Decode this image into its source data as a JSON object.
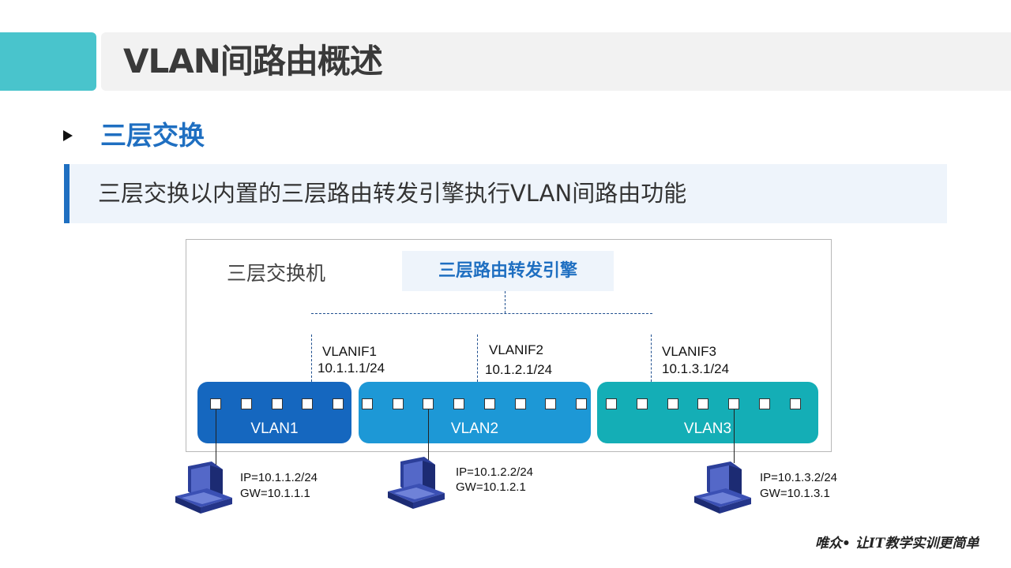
{
  "title": "VLAN间路由概述",
  "section": {
    "heading": "三层交换"
  },
  "description": "三层交换以内置的三层路由转发引擎执行VLAN间路由功能",
  "diagram": {
    "switch_label": "三层交换机",
    "engine_label": "三层路由转发引擎",
    "vlanifs": [
      {
        "name": "VLANIF1",
        "ip": "10.1.1.1/24"
      },
      {
        "name": "VLANIF2",
        "ip": "10.1.2.1/24"
      },
      {
        "name": "VLANIF3",
        "ip": "10.1.3.1/24"
      }
    ],
    "vlans": [
      {
        "label": "VLAN1",
        "color": "#1567bf",
        "ports": 5
      },
      {
        "label": "VLAN2",
        "color": "#1d98d6",
        "ports": 8
      },
      {
        "label": "VLAN3",
        "color": "#14aeb6",
        "ports": 7
      }
    ],
    "hosts": [
      {
        "ip": "IP=10.1.1.2/24",
        "gw": "GW=10.1.1.1"
      },
      {
        "ip": "IP=10.1.2.2/24",
        "gw": "GW=10.1.2.1"
      },
      {
        "ip": "IP=10.1.3.2/24",
        "gw": "GW=10.1.3.1"
      }
    ]
  },
  "footer": "唯众• 让IT教学实训更简单",
  "colors": {
    "accent_teal": "#49c4cc",
    "brand_blue": "#1f6fc1",
    "title_bar": "#f2f2f2"
  }
}
